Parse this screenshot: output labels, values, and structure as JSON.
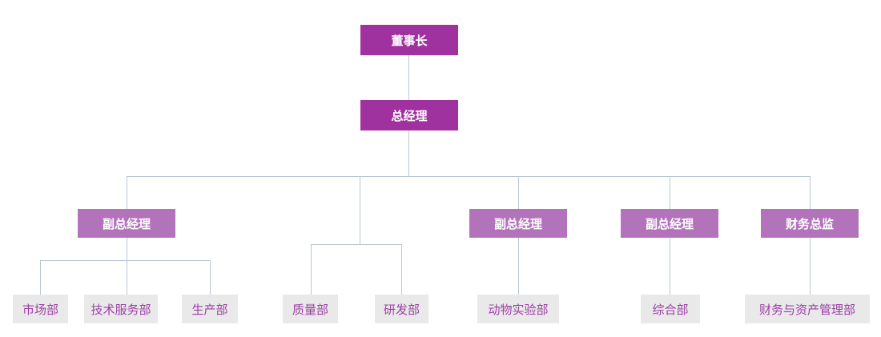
{
  "org": {
    "type": "org-tree",
    "nodes": [
      {
        "id": "chairman",
        "label": "董事长",
        "level": 1,
        "parent": null
      },
      {
        "id": "general-manager",
        "label": "总经理",
        "level": 1,
        "parent": "chairman"
      },
      {
        "id": "vp-1",
        "label": "副总经理",
        "level": 2,
        "parent": "general-manager"
      },
      {
        "id": "vp-2",
        "label": "副总经理",
        "level": 2,
        "parent": "general-manager"
      },
      {
        "id": "vp-3",
        "label": "副总经理",
        "level": 2,
        "parent": "general-manager"
      },
      {
        "id": "finance-director",
        "label": "财务总监",
        "level": 2,
        "parent": "general-manager"
      },
      {
        "id": "marketing-dept",
        "label": "市场部",
        "level": 3,
        "parent": "vp-1"
      },
      {
        "id": "tech-service-dept",
        "label": "技术服务部",
        "level": 3,
        "parent": "vp-1"
      },
      {
        "id": "production-dept",
        "label": "生产部",
        "level": 3,
        "parent": "vp-1"
      },
      {
        "id": "quality-dept",
        "label": "质量部",
        "level": 3,
        "parent": "general-manager"
      },
      {
        "id": "rnd-dept",
        "label": "研发部",
        "level": 3,
        "parent": "general-manager"
      },
      {
        "id": "animal-lab-dept",
        "label": "动物实验部",
        "level": 3,
        "parent": "vp-2"
      },
      {
        "id": "general-affairs-dept",
        "label": "综合部",
        "level": 3,
        "parent": "vp-3"
      },
      {
        "id": "finance-asset-dept",
        "label": "财务与资产管理部",
        "level": 3,
        "parent": "finance-director"
      }
    ]
  },
  "colors": {
    "executive_box": "#A032A0",
    "manager_box": "#B273BA",
    "department_box": "#E9E9E9",
    "department_text": "#9C3FA4",
    "executive_text": "#FFFFFF",
    "connector_line": "#B9C7D2"
  }
}
